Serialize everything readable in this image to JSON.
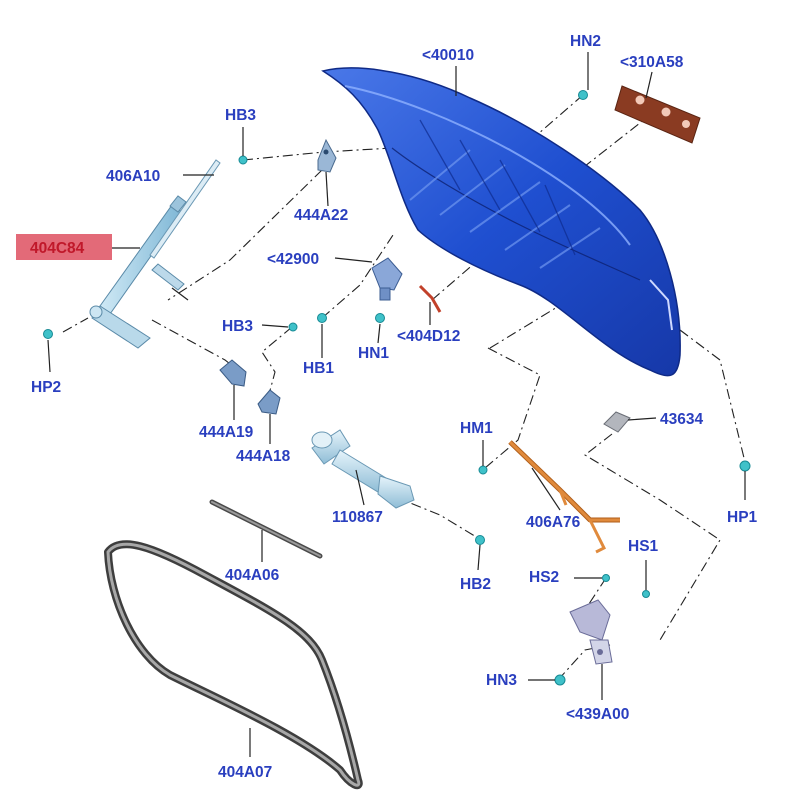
{
  "highlight_color": "#e36a78",
  "text_color": "#2a3fbf",
  "parts": {
    "p40010": "<40010",
    "hn2": "HN2",
    "p310a58": "<310A58",
    "hb3_top": "HB3",
    "p406a10": "406A10",
    "p444a22": "444A22",
    "p404c84": "404C84",
    "p42900": "<42900",
    "hb3_mid": "HB3",
    "hp2": "HP2",
    "hb1": "HB1",
    "hn1": "HN1",
    "p404d12": "<404D12",
    "p444a19": "444A19",
    "p444a18": "444A18",
    "hm1": "HM1",
    "p43634": "43634",
    "p110867": "110867",
    "p406a76": "406A76",
    "hp1": "HP1",
    "hs1": "HS1",
    "p404a06": "404A06",
    "hb2": "HB2",
    "hs2": "HS2",
    "hn3": "HN3",
    "p439a00": "<439A00",
    "p404a07": "404A07"
  }
}
